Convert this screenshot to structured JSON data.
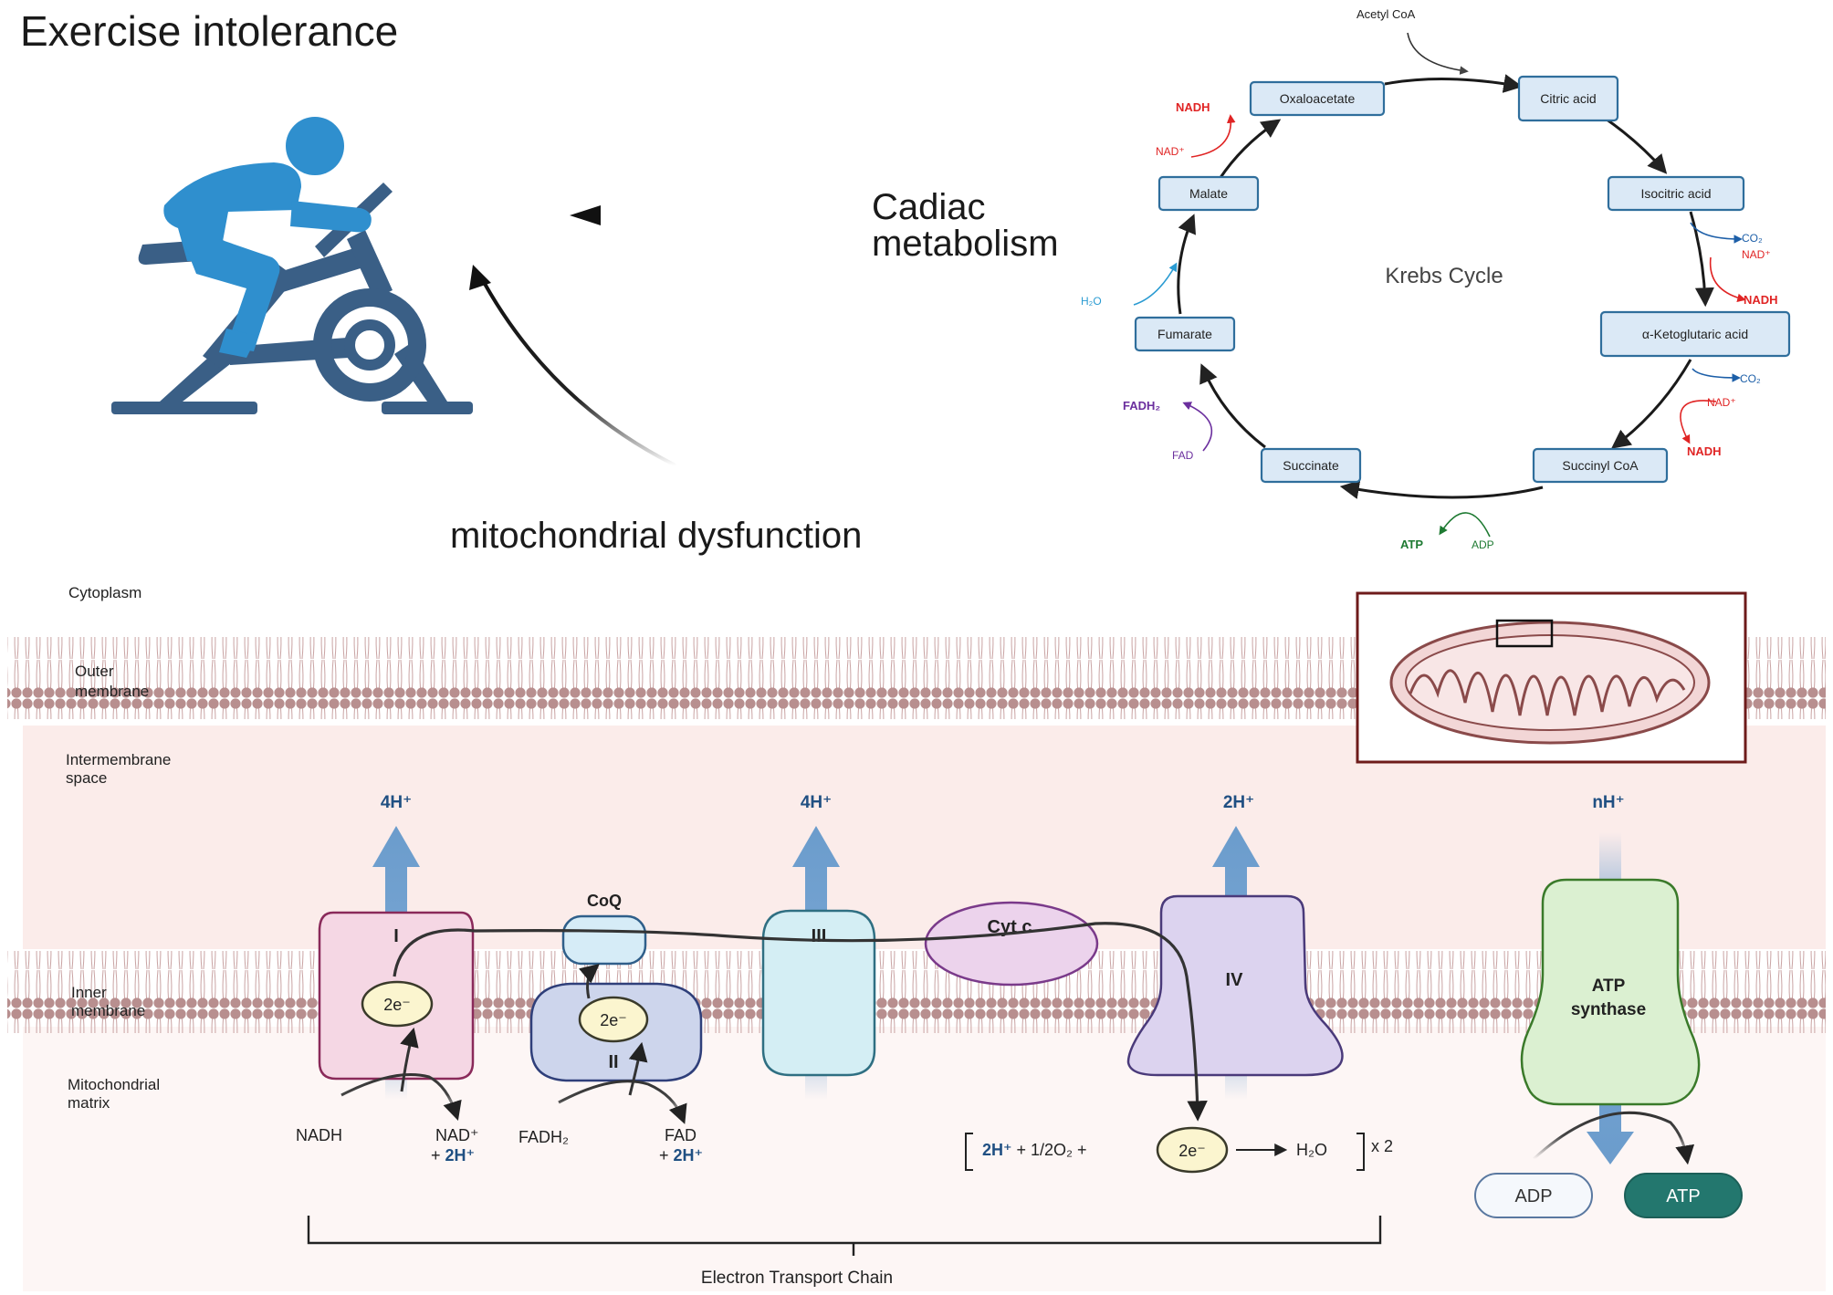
{
  "title": "Exercise intolerance",
  "labels": {
    "cardiac": [
      "Cadiac",
      "metabolism"
    ],
    "mito": "mitochondrial  dysfunction",
    "krebs_title": "Krebs Cycle"
  },
  "krebs": {
    "acetyl": "Acetyl CoA",
    "nodes": {
      "oxaloacetate": "Oxaloacetate",
      "citric": "Citric acid",
      "isocitric": "Isocitric acid",
      "aketo": "α-Ketoglutaric acid",
      "succinylcoa": "Succinyl CoA",
      "succinate": "Succinate",
      "fumarate": "Fumarate",
      "malate": "Malate"
    },
    "side": {
      "nadh1": "NADH",
      "nad1": "NAD⁺",
      "co2a": "CO₂",
      "nad2": "NAD⁺",
      "nadh2": "NADH",
      "co2b": "CO₂",
      "nad3": "NAD⁺",
      "nadh3": "NADH",
      "atp": "ATP",
      "adp": "ADP",
      "fadh2": "FADH₂",
      "fad": "FAD",
      "h2o": "H₂O"
    },
    "colors": {
      "nadh": "#e02424",
      "co2": "#1d5fa8",
      "atp": "#1e7a32",
      "fad": "#6b2f9e",
      "h2o": "#2a9bd2"
    }
  },
  "etc": {
    "regions": {
      "cytoplasm": "Cytoplasm",
      "outer": [
        "Outer",
        "membrane"
      ],
      "ims": [
        "Intermembrane",
        "space"
      ],
      "inner": [
        "Inner",
        "membrane"
      ],
      "matrix": [
        "Mitochondrial",
        "matrix"
      ]
    },
    "complexes": {
      "c1": "I",
      "c2": "II",
      "c3": "III",
      "c4": "IV",
      "coq": "CoQ",
      "cytc": "Cyt c",
      "atp_syn": [
        "ATP",
        "synthase"
      ]
    },
    "protons": {
      "p1": "4H⁺",
      "p2": "4H⁺",
      "p3": "2H⁺",
      "p4": "nH⁺"
    },
    "electrons": "2e⁻",
    "substrates": {
      "nadh": "NADH",
      "nad_plus": "NAD⁺",
      "plus": "+ ",
      "two_h": "2H⁺",
      "fadh2": "FADH₂",
      "fad": "FAD",
      "water_eq_lead": "2H⁺",
      "water_eq_mid": " + 1/2O₂ +",
      "h2o": "H₂O",
      "times": "x 2"
    },
    "adp": "ADP",
    "atp": "ATP",
    "chain_label": "Electron Transport Chain"
  }
}
